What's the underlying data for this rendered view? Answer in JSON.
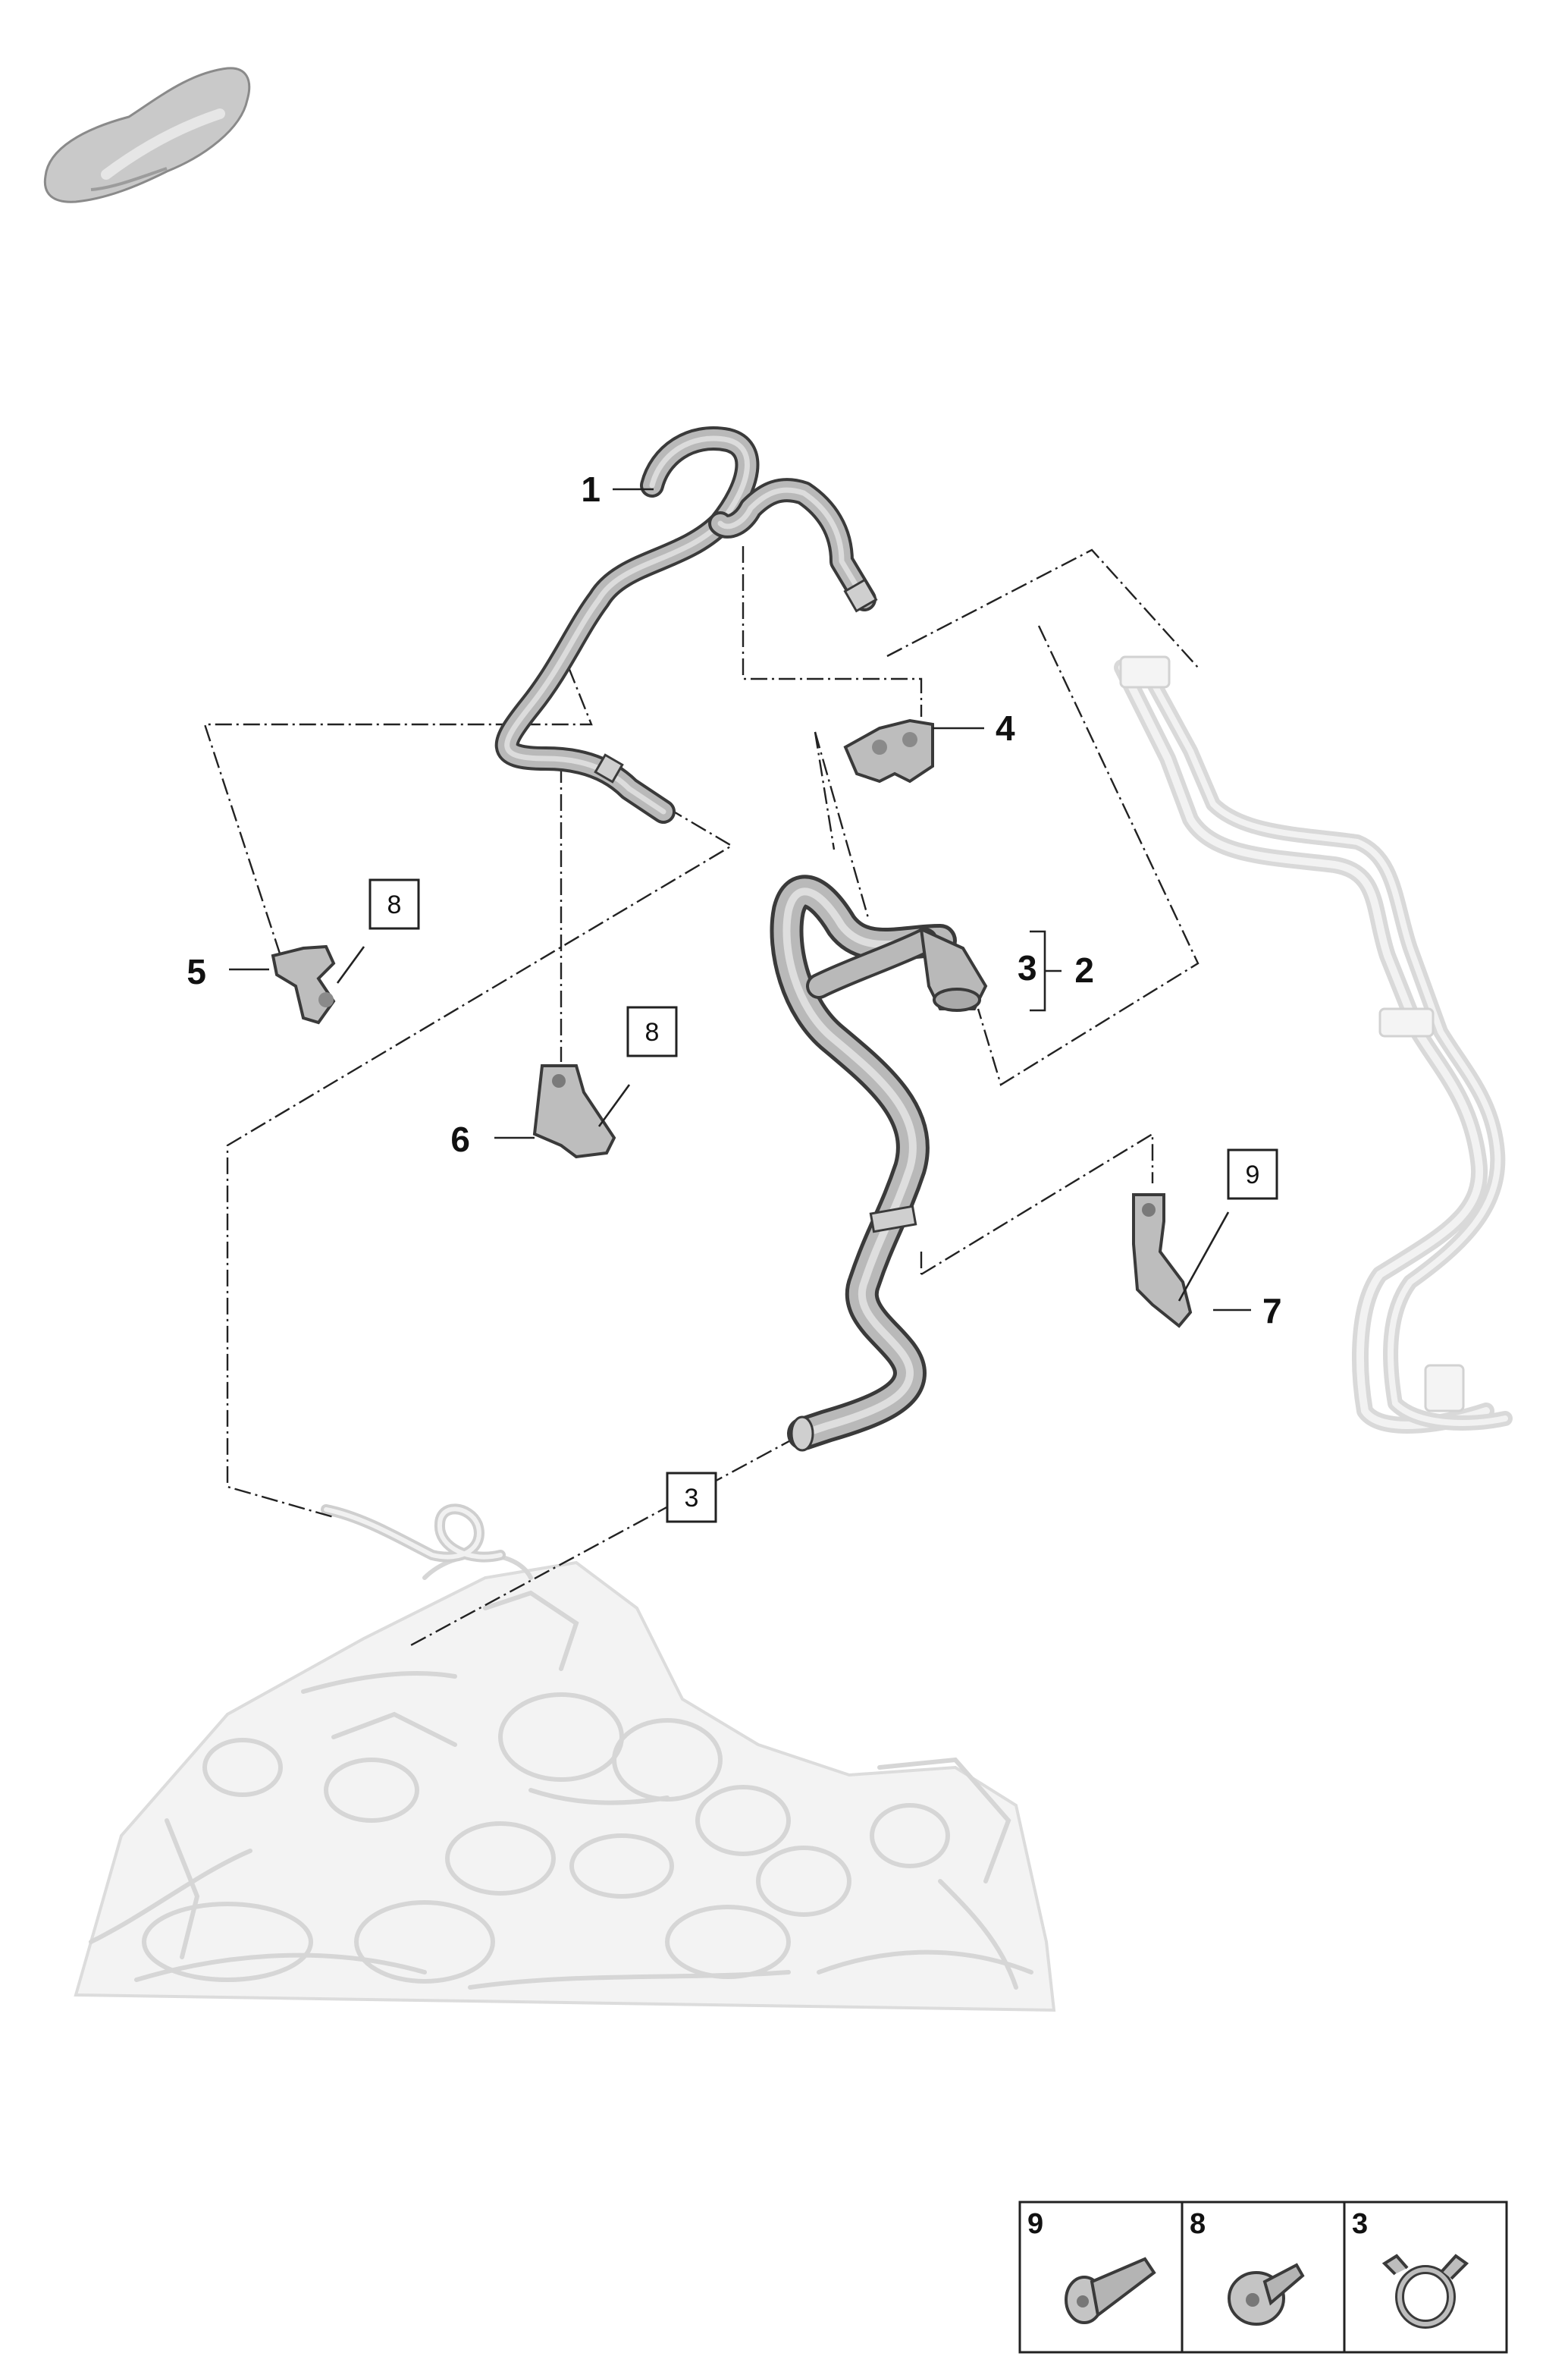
{
  "diagram": {
    "callouts": {
      "c1": "1",
      "c2": "2",
      "c3": "3",
      "c4": "4",
      "c5": "5",
      "c6": "6",
      "c7": "7"
    },
    "boxed_refs": {
      "b8a": "8",
      "b8b": "8",
      "b9": "9",
      "b3": "3"
    },
    "legend": [
      {
        "number": "9",
        "part": "bolt-icon"
      },
      {
        "number": "8",
        "part": "flange-screw-icon"
      },
      {
        "number": "3",
        "part": "hose-clamp-icon"
      }
    ]
  },
  "colors": {
    "hose_fill": "#b9b9b9",
    "hose_edge": "#3a3a3a",
    "ghost": "#d9d9d9",
    "line": "#222222"
  }
}
